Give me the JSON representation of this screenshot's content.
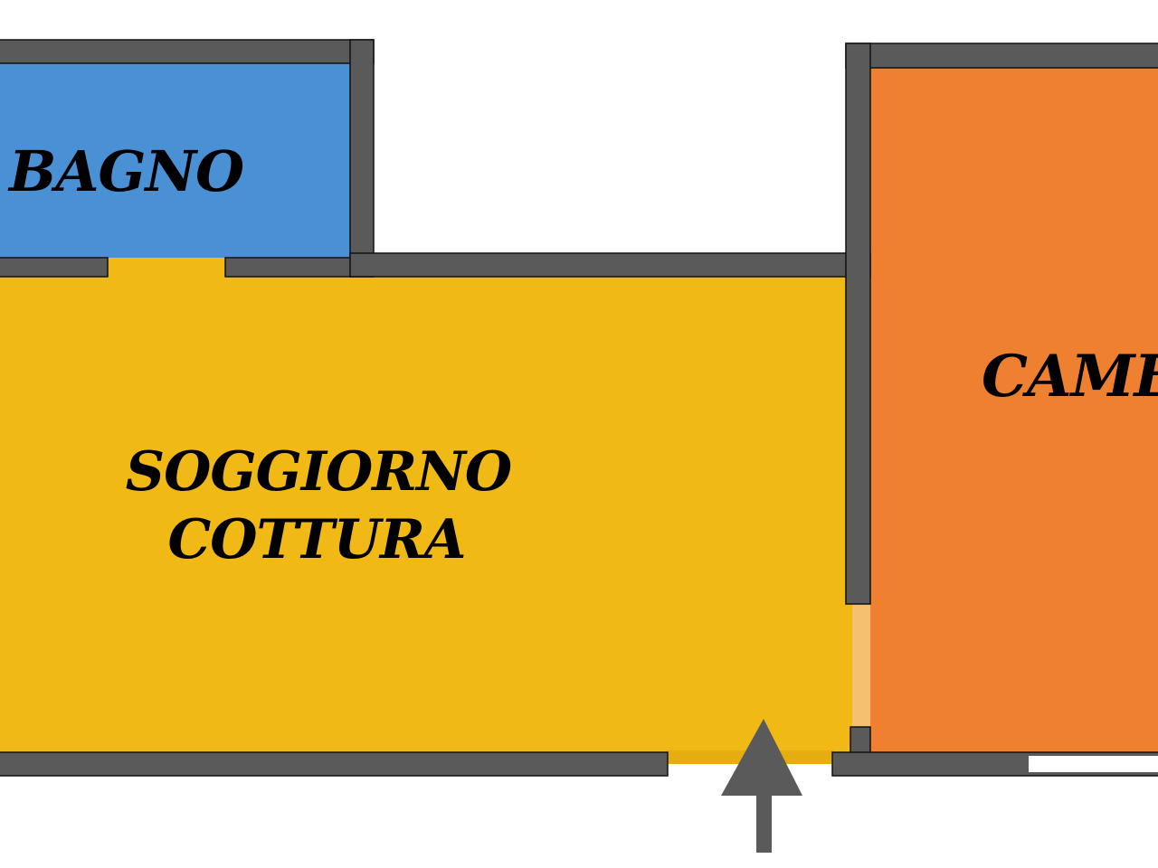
{
  "rooms": {
    "bagno": {
      "label": "BAGNO",
      "color": "#4a90d4"
    },
    "soggiorno": {
      "label_line1": "SOGGIORNO",
      "label_line2": "COTTURA",
      "color": "#f0b916"
    },
    "camera": {
      "label": "CAMERA",
      "color": "#ef8030"
    }
  },
  "wall_color": "#5a5a5a",
  "entrance_arrow": {
    "icon": "arrow-up-icon",
    "color": "#5a5a5a"
  }
}
